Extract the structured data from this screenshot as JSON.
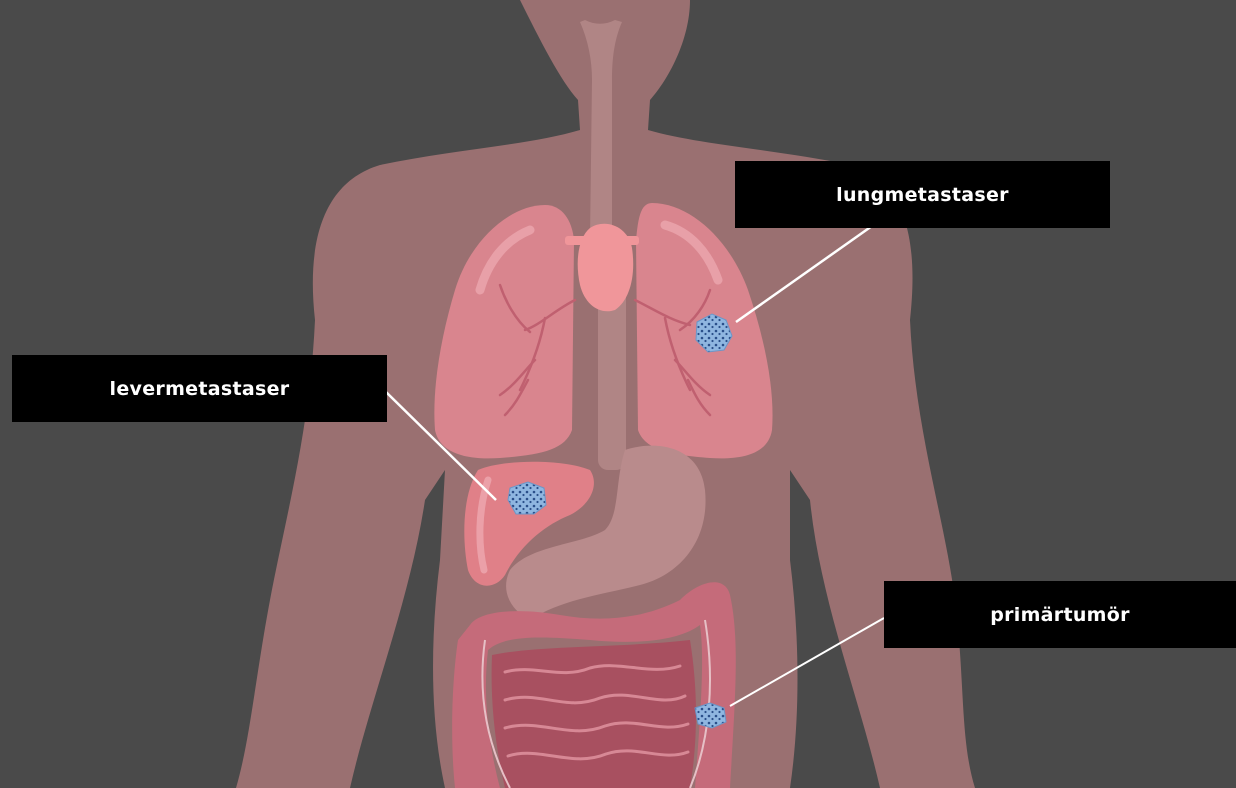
{
  "labels": {
    "lung": "lungmetastaser",
    "liver": "levermetastaser",
    "primary": "primärtumör"
  },
  "colors": {
    "background": "#4a4a4a",
    "body": "#9a7071",
    "lungs": "#d9858e",
    "heart": "#f0969a",
    "liver": "#e08088",
    "stomach": "#b98b8c",
    "intestines": "#c56b7a",
    "tumor": "#8fb6e0",
    "leader_line": "#ffffff",
    "label_bg": "#000000",
    "label_text": "#ffffff"
  }
}
